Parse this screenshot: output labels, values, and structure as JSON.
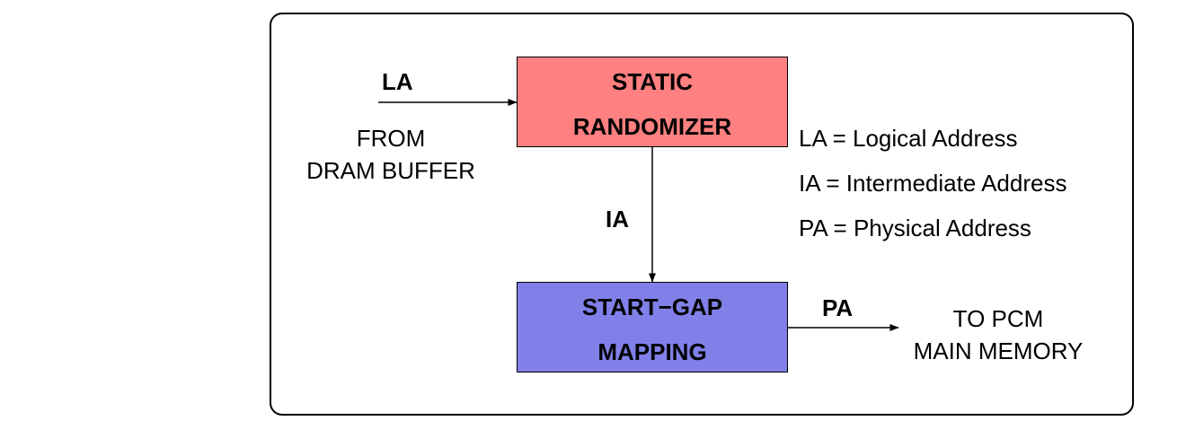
{
  "colors": {
    "randomizer_fill": "#ff8080",
    "mapping_fill": "#8080e8",
    "stroke": "#000000",
    "background": "#ffffff"
  },
  "blocks": {
    "randomizer": {
      "line1": "STATIC",
      "line2": "RANDOMIZER"
    },
    "mapping": {
      "line1": "START−GAP",
      "line2": "MAPPING"
    }
  },
  "signals": {
    "la": "LA",
    "ia": "IA",
    "pa": "PA"
  },
  "source": {
    "line1": "FROM",
    "line2": "DRAM BUFFER"
  },
  "destination": {
    "line1": "TO PCM",
    "line2": "MAIN MEMORY"
  },
  "legend": [
    "LA = Logical Address",
    "IA = Intermediate Address",
    "PA = Physical Address"
  ]
}
